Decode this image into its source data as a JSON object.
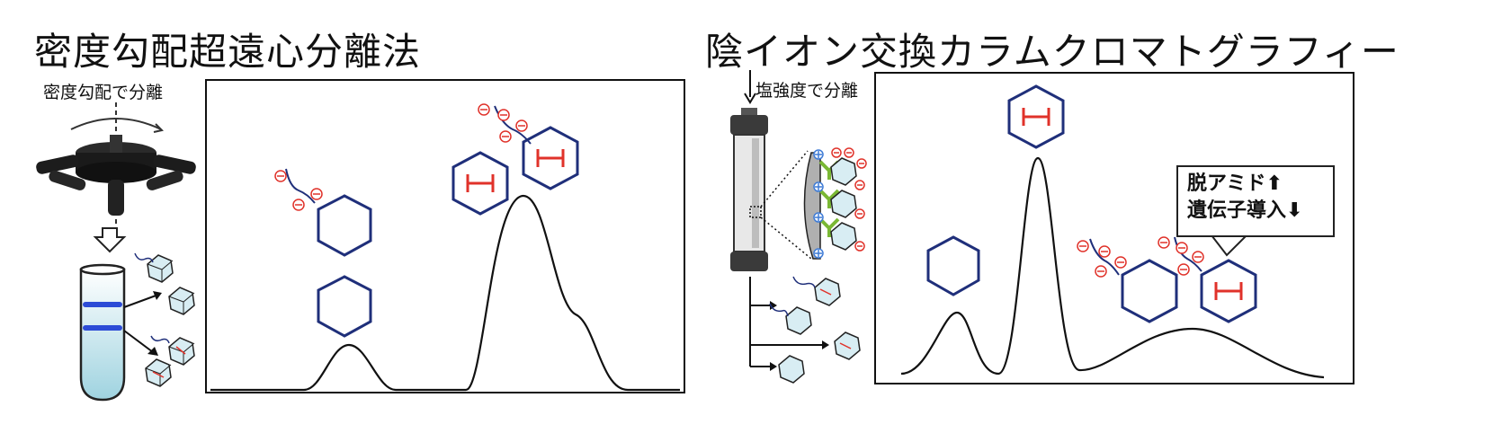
{
  "left": {
    "title": "密度勾配超遠心分離法",
    "method_label": "密度勾配で分離"
  },
  "right": {
    "title": "陰イオン交換カラムクロマトグラフィー",
    "method_label": "塩強度で分離",
    "callout_line1": "脱アミド",
    "callout_line2": "遺伝子導入",
    "arrow_up": "⬆",
    "arrow_down": "⬇"
  },
  "colors": {
    "hexagon": "#1f2f7a",
    "payload": "#e0322a",
    "band": "#2c4bd6",
    "ligand": "#7ab834",
    "column": "#3a3a3a"
  }
}
